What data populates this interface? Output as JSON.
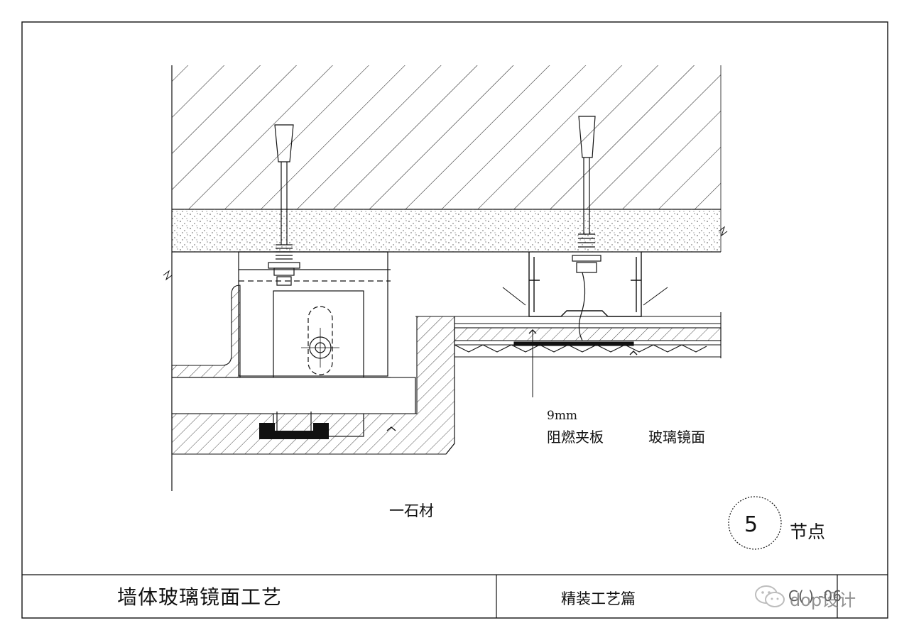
{
  "drawing": {
    "labels": {
      "thickness": "9mm",
      "board": "阻燃夹板",
      "mirror": "玻璃镜面",
      "stone": "一石材"
    },
    "node": {
      "number": "5",
      "label": "节点"
    }
  },
  "title_block": {
    "title": "墙体玻璃镜面工艺",
    "series": "精装工艺篇",
    "code": "C(   ) -06"
  },
  "watermark": {
    "text": "dop设计"
  },
  "colors": {
    "line": "#111111",
    "background": "#ffffff",
    "watermark": "#888888"
  }
}
